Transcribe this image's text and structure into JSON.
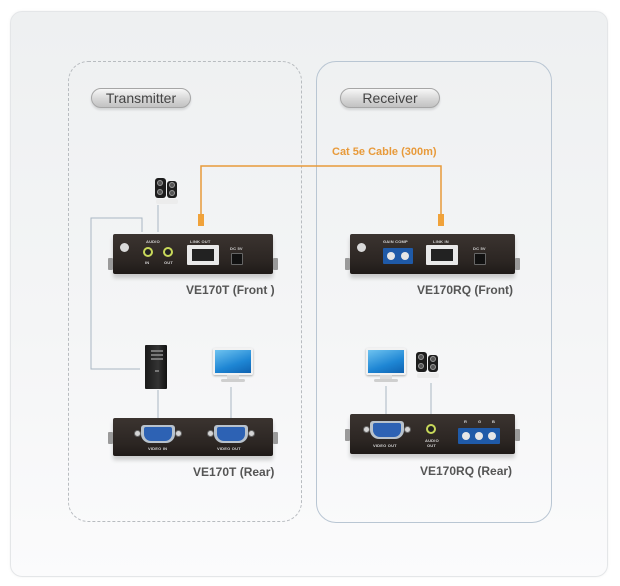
{
  "diagram": {
    "title": "VE170T / VE170RQ connection diagram",
    "colors": {
      "cable": "#e89a3a",
      "connector_line": "#a9b7c3",
      "transmitter_border": "#b8bcc0",
      "receiver_border": "#b9c6d3",
      "device_body": "#2b2522",
      "terminal_block": "#1f5aa8"
    },
    "sections": {
      "transmitter": {
        "label": "Transmitter",
        "front": {
          "caption": "VE170T (Front )",
          "ports": {
            "audio_group": "AUDIO",
            "audio_in": "IN",
            "audio_out": "OUT",
            "lan": "LINK OUT",
            "power": "DC 5V"
          }
        },
        "rear": {
          "caption": "VE170T (Rear)",
          "ports": {
            "video_in": "VIDEO IN",
            "video_out": "VIDEO OUT"
          }
        },
        "peripherals": [
          "speakers-icon",
          "computer-tower-icon",
          "monitor-icon"
        ]
      },
      "receiver": {
        "label": "Receiver",
        "front": {
          "caption": "VE170RQ (Front)",
          "ports": {
            "gain_comp": "GAIN COMP",
            "lan": "LINK IN",
            "power": "DC 5V"
          }
        },
        "rear": {
          "caption": "VE170RQ (Rear)",
          "ports": {
            "video_out": "VIDEO OUT",
            "audio_out_line1": "AUDIO",
            "audio_out_line2": "OUT",
            "rgb": [
              "R",
              "G",
              "B"
            ]
          }
        },
        "peripherals": [
          "monitor-icon",
          "speakers-icon"
        ]
      }
    },
    "cable": {
      "label": "Cat 5e Cable (300m)"
    }
  }
}
